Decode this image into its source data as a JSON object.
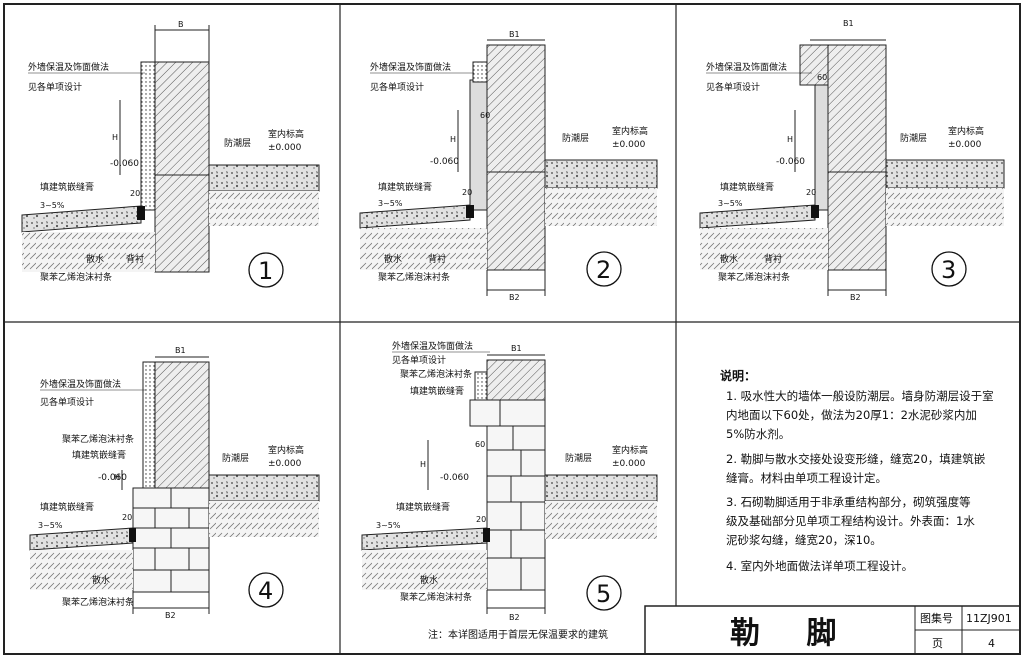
{
  "panels": [
    {
      "num": "1",
      "top_dim": "B",
      "wall_label_1": "外墙保温及饰面做法",
      "wall_label_2": "见各单项设计",
      "h_label": "H",
      "elev_out": "-0.060",
      "damp": "防潮层",
      "indoor_1": "室内标高",
      "indoor_2": "±0.000",
      "seal": "填建筑嵌缝膏",
      "slope": "3~5%",
      "d20": "20",
      "apron": "散水",
      "backer": "背衬",
      "foam": "聚苯乙烯泡沫衬条"
    },
    {
      "num": "2",
      "top_dim": "B1",
      "bottom_dim": "B2",
      "wall_label_1": "外墙保温及饰面做法",
      "wall_label_2": "见各单项设计",
      "h_label": "H",
      "d60": "60",
      "elev_out": "-0.060",
      "damp": "防潮层",
      "indoor_1": "室内标高",
      "indoor_2": "±0.000",
      "seal": "填建筑嵌缝膏",
      "slope": "3~5%",
      "d20": "20",
      "apron": "散水",
      "backer": "背衬",
      "foam": "聚苯乙烯泡沫衬条"
    },
    {
      "num": "3",
      "top_dim": "B1",
      "bottom_dim": "B2",
      "wall_label_1": "外墙保温及饰面做法",
      "wall_label_2": "见各单项设计",
      "h_label": "H",
      "d60": "60",
      "elev_out": "-0.060",
      "damp": "防潮层",
      "indoor_1": "室内标高",
      "indoor_2": "±0.000",
      "seal": "填建筑嵌缝膏",
      "slope": "3~5%",
      "d20": "20",
      "apron": "散水",
      "backer": "背衬",
      "foam": "聚苯乙烯泡沫衬条"
    },
    {
      "num": "4",
      "top_dim": "B1",
      "bottom_dim": "B2",
      "wall_label_1": "外墙保温及饰面做法",
      "wall_label_2": "见各单项设计",
      "foam_top": "聚苯乙烯泡沫衬条",
      "seal_top": "填建筑嵌缝膏",
      "h_label": "H",
      "elev_out": "-0.060",
      "damp": "防潮层",
      "indoor_1": "室内标高",
      "indoor_2": "±0.000",
      "seal": "填建筑嵌缝膏",
      "slope": "3~5%",
      "d20": "20",
      "apron": "散水",
      "foam": "聚苯乙烯泡沫衬条"
    },
    {
      "num": "5",
      "top_dim": "B1",
      "bottom_dim": "B2",
      "wall_label_1": "外墙保温及饰面做法",
      "wall_label_2": "见各单项设计",
      "foam_top": "聚苯乙烯泡沫衬条",
      "seal_top": "填建筑嵌缝膏",
      "h_label": "H",
      "d60": "60",
      "elev_out": "-0.060",
      "damp": "防潮层",
      "indoor_1": "室内标高",
      "indoor_2": "±0.000",
      "seal": "填建筑嵌缝膏",
      "slope": "3~5%",
      "d20": "20",
      "apron": "散水",
      "foam": "聚苯乙烯泡沫衬条"
    }
  ],
  "notes": {
    "heading": "说明：",
    "lines": [
      "1. 吸水性大的墙体一般设防潮层。墙身防潮层设于室",
      "    内地面以下60处，做法为20厚1：2水泥砂浆内加",
      "    5%防水剂。",
      "2. 勒脚与散水交接处设变形缝，缝宽20，填建筑嵌",
      "    缝膏。材料由单项工程设计定。",
      "3. 石砌勒脚适用于非承重结构部分，砌筑强度等",
      "    级及基础部分见单项工程结构设计。外表面：1水",
      "    泥砂浆勾缝，缝宽20，深10。",
      "4. 室内外地面做法详单项工程设计。"
    ]
  },
  "footnote": "注：本详图适用于首层无保温要求的建筑",
  "titleblock": {
    "title": "勒 脚",
    "atlas_label": "图集号",
    "atlas_value": "11ZJ901",
    "page_label": "页",
    "page_value": "4"
  }
}
